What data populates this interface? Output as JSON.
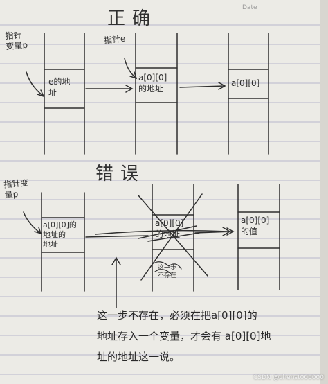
{
  "header": {
    "date_label": "Date"
  },
  "correct": {
    "title": "正确",
    "label_pointer_var": "指针\n变量p",
    "label_pointer_e": "指针e",
    "box1_text": "e的地\n址",
    "box2_text": "a[0][0]\n的地址",
    "box3_text": "a[0][0]"
  },
  "wrong": {
    "title": "错误",
    "label_pointer_var": "指针变\n量p",
    "box1_text": "a[0][0]的\n地址的\n地址",
    "box2_text": "a[0][0]\n的地址",
    "box3_text": "a[0][0]\n的值",
    "crossed_text": "这一步\n不存在"
  },
  "note": {
    "text": "这一步不存在，必须在把a[0][0]的\n地址存入一个变量，才会有 a[0][0]地\n址的地址这一说。"
  },
  "watermark": {
    "text": "CSDN @chenst000000"
  },
  "colors": {
    "paper": "#ecebe6",
    "rule_line": "#b9b7cc",
    "ink": "#2b2b2b"
  }
}
